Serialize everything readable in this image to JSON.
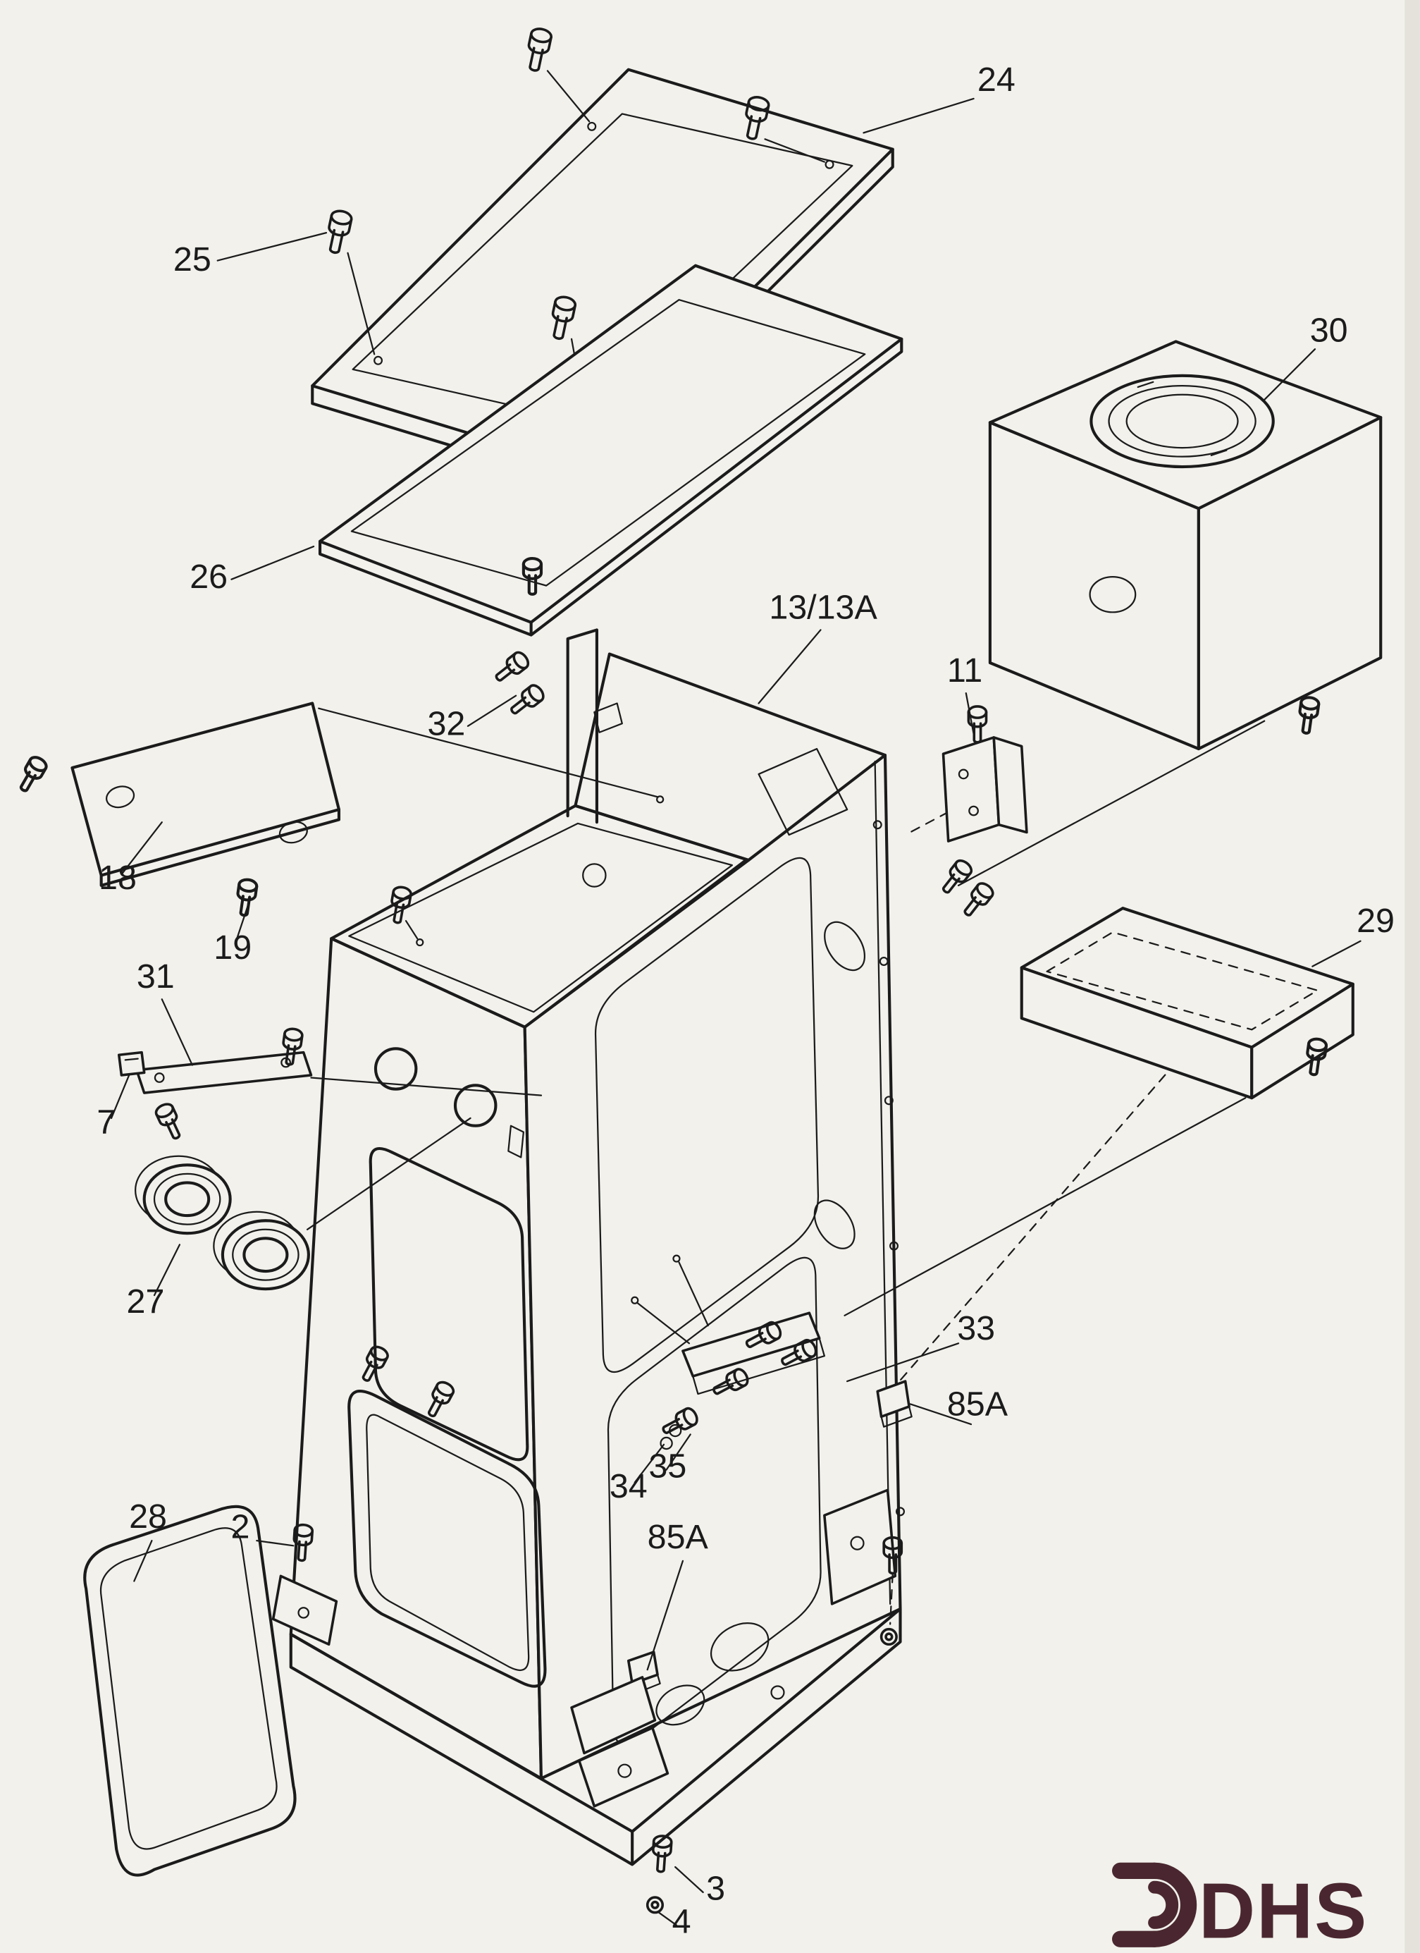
{
  "page": {
    "background": "#f2f1ec",
    "ink": "#1b1b1b"
  },
  "logo": {
    "text": "DHS",
    "color": "#4a2730"
  },
  "diagram": {
    "type": "exploded-parts-diagram",
    "callouts": [
      {
        "ref": "24"
      },
      {
        "ref": "25"
      },
      {
        "ref": "30"
      },
      {
        "ref": "26"
      },
      {
        "ref": "13/13A"
      },
      {
        "ref": "32"
      },
      {
        "ref": "11"
      },
      {
        "ref": "18"
      },
      {
        "ref": "19"
      },
      {
        "ref": "31"
      },
      {
        "ref": "7"
      },
      {
        "ref": "27"
      },
      {
        "ref": "29"
      },
      {
        "ref": "33"
      },
      {
        "ref": "85A"
      },
      {
        "ref": "34"
      },
      {
        "ref": "35"
      },
      {
        "ref": "28"
      },
      {
        "ref": "2"
      },
      {
        "ref": "85A"
      },
      {
        "ref": "3"
      },
      {
        "ref": "4"
      }
    ]
  }
}
